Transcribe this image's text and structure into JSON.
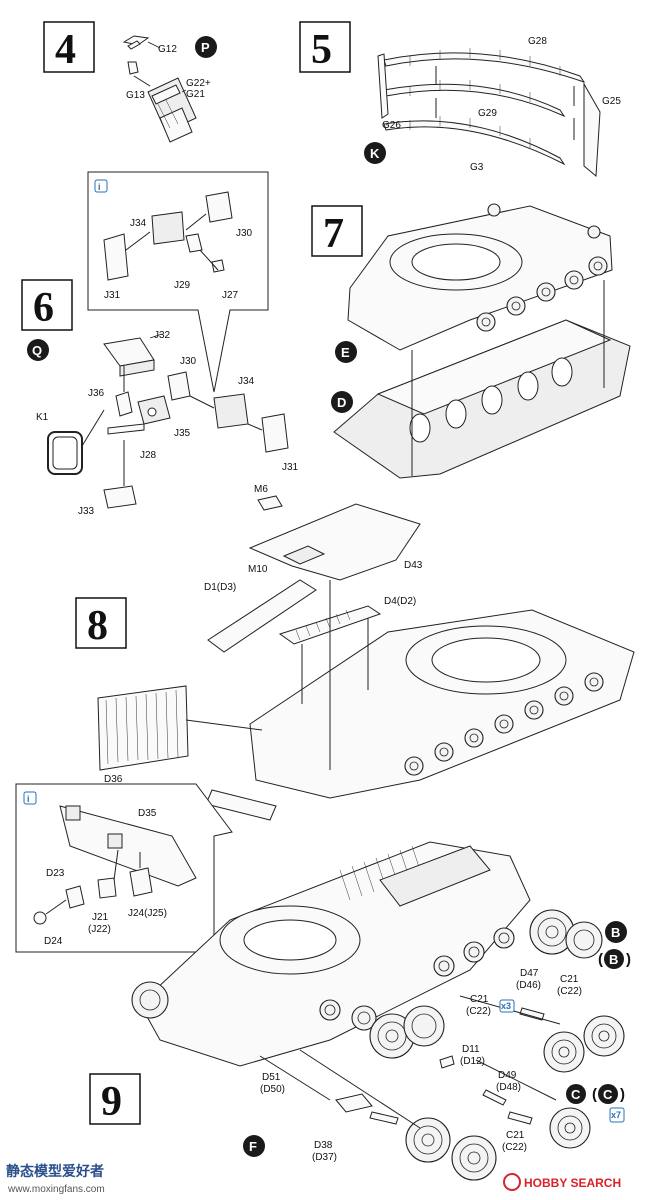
{
  "steps": {
    "s4": "4",
    "s5": "5",
    "s6": "6",
    "s7": "7",
    "s8": "8",
    "s9": "9"
  },
  "step4_labels": {
    "g12": "G12",
    "g13": "G13",
    "g22": "G22+",
    "g21": "G21",
    "p": "P"
  },
  "step5_labels": {
    "g28": "G28",
    "g25": "G25",
    "g26": "G26",
    "g29": "G29",
    "g3": "G3",
    "k": "K"
  },
  "step6_inset_labels": {
    "j34": "J34",
    "j30": "J30",
    "j29": "J29",
    "j31": "J31",
    "j27": "J27"
  },
  "step6_labels": {
    "q": "Q",
    "j32": "J32",
    "j30": "J30",
    "j36": "J36",
    "k1": "K1",
    "j35": "J35",
    "j28": "J28",
    "j34": "J34",
    "j31": "J31",
    "j33": "J33"
  },
  "step7_labels": {
    "e": "E",
    "d": "D"
  },
  "step8_labels": {
    "m6": "M6",
    "m10": "M10",
    "d43": "D43",
    "d1": "D1(D3)",
    "d4": "D4(D2)",
    "d36": "D36"
  },
  "step8_inset_labels": {
    "d35": "D35",
    "d23": "D23",
    "d24": "D24",
    "j21a": "J21",
    "j21b": "(J22)",
    "j24": "J24(J25)"
  },
  "step9_labels": {
    "b1": "B",
    "b2": "B",
    "c1": "C",
    "c2": "C",
    "f": "F",
    "c21a": "C21",
    "c22a": "(C22)",
    "d47": "D47",
    "d46": "(D46)",
    "c21b": "C21",
    "c22b": "(C22)",
    "d11": "D11",
    "d12": "(D12)",
    "d49": "D49",
    "d48": "(D48)",
    "d51": "D51",
    "d50": "(D50)",
    "d38": "D38",
    "d37": "(D37)",
    "c21c": "C21",
    "c22c": "(C22)",
    "x3": "x3",
    "x7": "x7"
  },
  "watermark": {
    "left_main": "静态模型爱好者",
    "left_url": "www.moxingfans.com",
    "right": "HOBBY SEARCH"
  },
  "colors": {
    "ink": "#111111",
    "letter_badge": "#1a1a1a",
    "info_blue": "#2a6fb6",
    "watermark_red": "#d8232a"
  }
}
